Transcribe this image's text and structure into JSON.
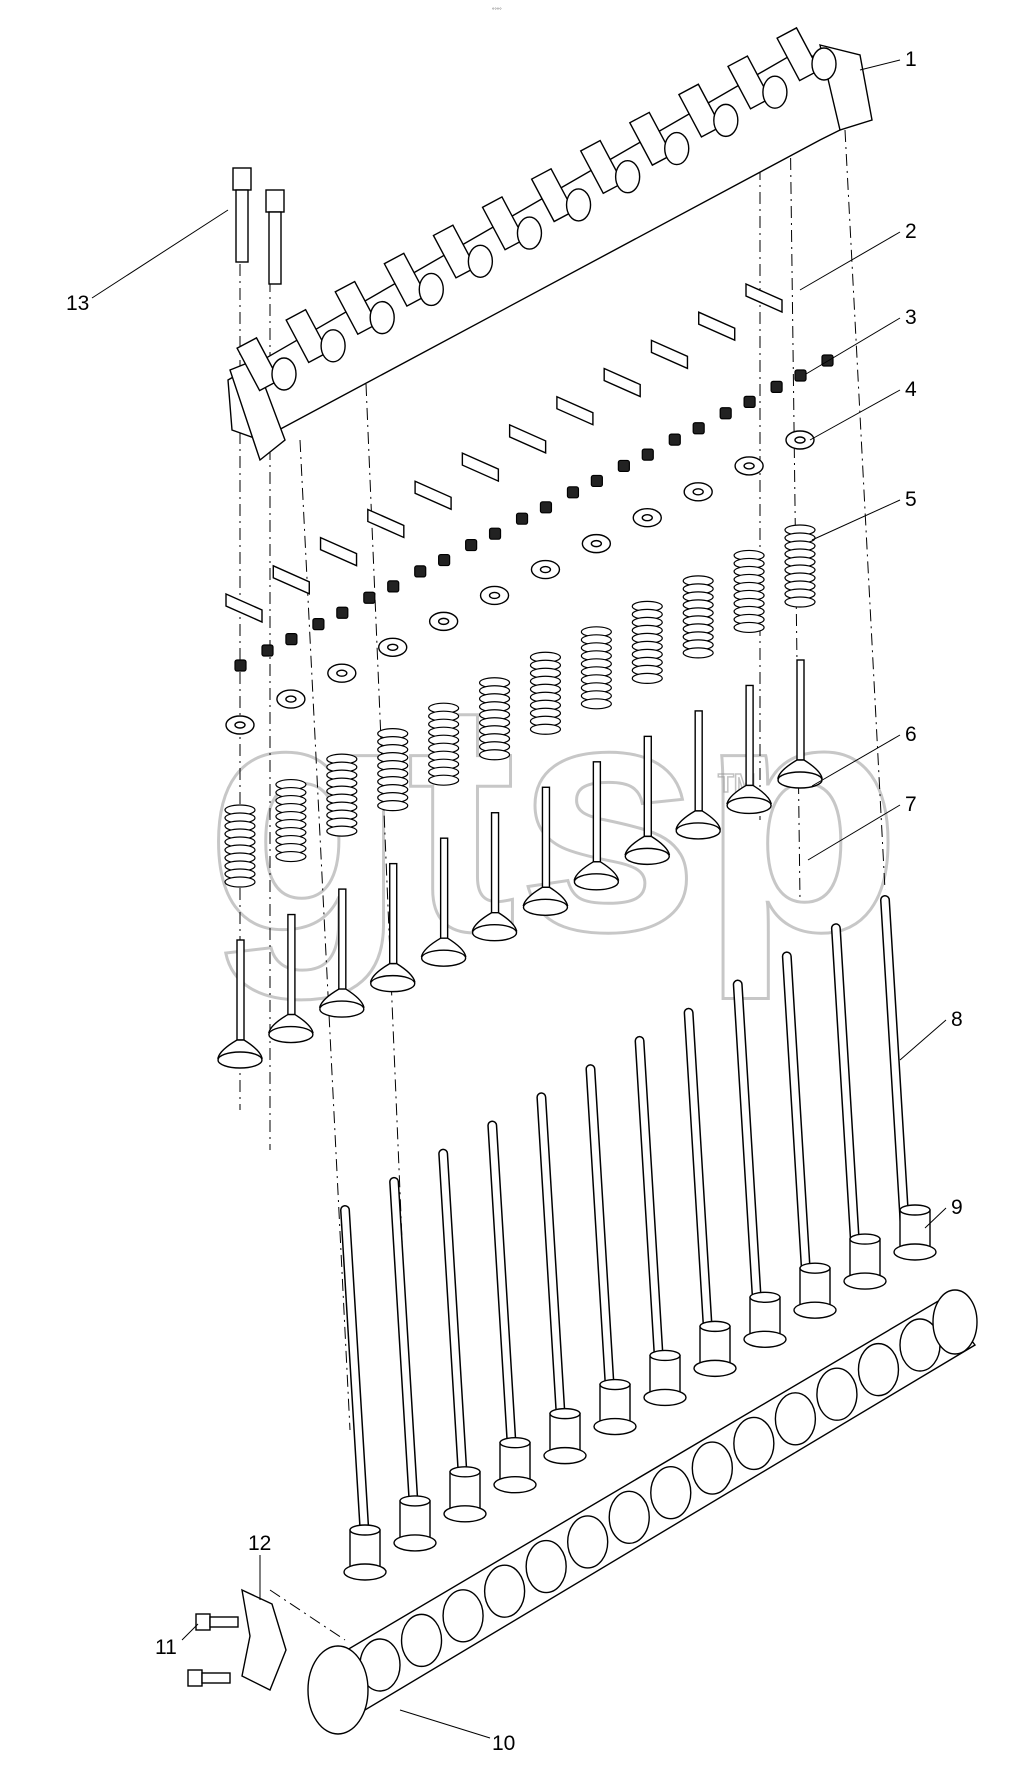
{
  "diagram": {
    "watermark": "gtsp",
    "watermark_mark": "TM",
    "corner_mark": "°°°°",
    "callouts": [
      {
        "label": "1"
      },
      {
        "label": "2"
      },
      {
        "label": "3"
      },
      {
        "label": "4"
      },
      {
        "label": "5"
      },
      {
        "label": "6"
      },
      {
        "label": "7"
      },
      {
        "label": "8"
      },
      {
        "label": "9"
      },
      {
        "label": "10"
      },
      {
        "label": "11"
      },
      {
        "label": "12"
      },
      {
        "label": "13"
      }
    ]
  }
}
